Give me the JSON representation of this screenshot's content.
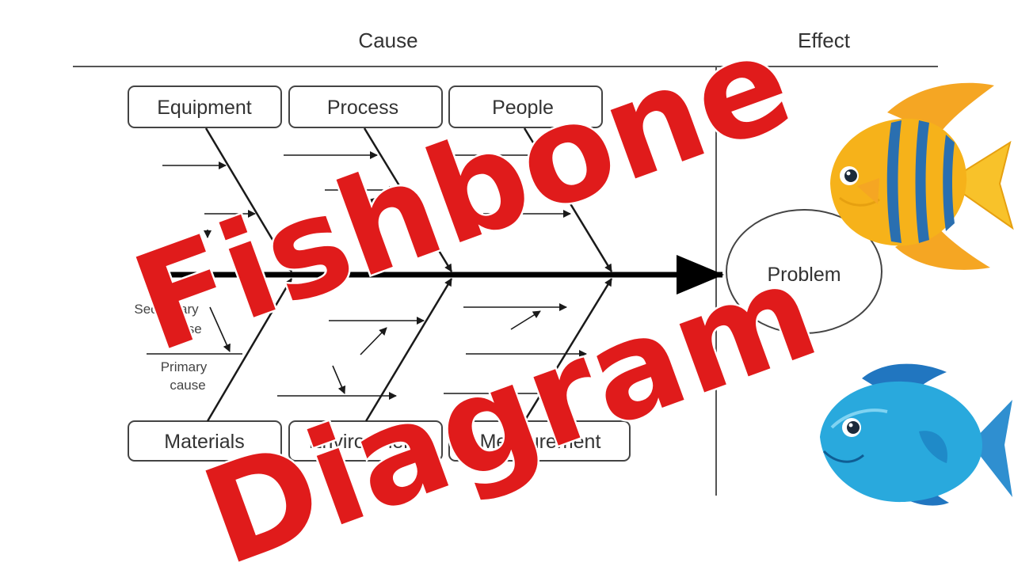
{
  "headers": {
    "cause": "Cause",
    "effect": "Effect"
  },
  "categories_top": [
    "Equipment",
    "Process",
    "People"
  ],
  "categories_bottom": [
    "Materials",
    "Environment",
    "Measurement"
  ],
  "cause_labels": {
    "secondary": [
      "Secondary",
      "cause"
    ],
    "primary": [
      "Primary",
      "cause"
    ]
  },
  "problem": "Problem",
  "overlay": {
    "line1": "Fishbone",
    "line2": "Diagram"
  },
  "colors": {
    "overlay_text": "#e01b1b",
    "diagram_lines": "#1a1a1a",
    "fish_yellow": "#f6b21a",
    "fish_stripe": "#2a6fb0",
    "fish_blue": "#29a9dd"
  },
  "icons": [
    "yellow-fish-icon",
    "blue-fish-icon"
  ]
}
